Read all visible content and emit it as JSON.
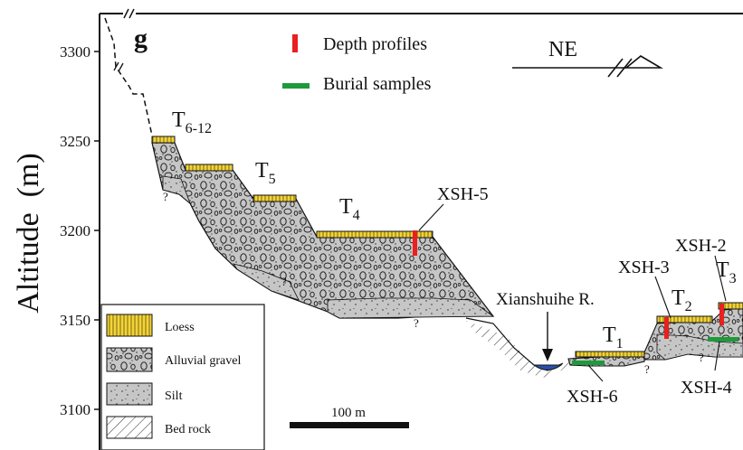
{
  "panel_letter": "g",
  "y_axis": {
    "label": "Altitude  (m)",
    "ticks": [
      "3300",
      "3250",
      "3200",
      "3150",
      "3100"
    ]
  },
  "direction": "NE",
  "key": {
    "depth_profiles": {
      "label": "Depth profiles",
      "color": "#e8201f"
    },
    "burial_samples": {
      "label": "Burial samples",
      "color": "#1e9a3c"
    }
  },
  "terraces": {
    "t6_12": {
      "main": "T",
      "sub": "6-12"
    },
    "t5": {
      "main": "T",
      "sub": "5"
    },
    "t4": {
      "main": "T",
      "sub": "4"
    },
    "t3": {
      "main": "T",
      "sub": "3"
    },
    "t2": {
      "main": "T",
      "sub": "2"
    },
    "t1": {
      "main": "T",
      "sub": "1"
    }
  },
  "sites": {
    "xsh5": "XSH-5",
    "xsh3": "XSH-3",
    "xsh2": "XSH-2",
    "xsh4": "XSH-4",
    "xsh6": "XSH-6"
  },
  "river": "Xianshuihe R.",
  "unknown_mark": "?",
  "legend": {
    "loess": "Loess",
    "gravel": "Alluvial gravel",
    "silt": "Silt",
    "bedrock": "Bed rock"
  },
  "scale_bar": "100 m",
  "colors": {
    "loess": "#f3d437",
    "gravel": "#c6c6c6",
    "river": "#2b4fa8"
  }
}
